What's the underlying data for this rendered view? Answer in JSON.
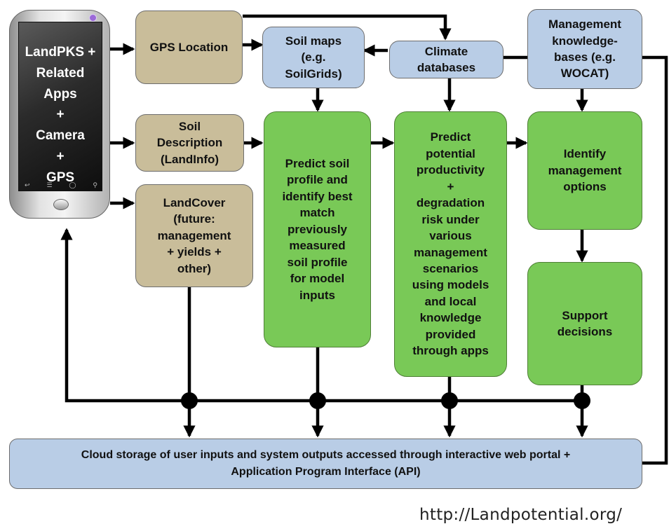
{
  "phone": {
    "screen_text": "LandPKS +\nRelated\nApps\n+\nCamera\n+\nGPS"
  },
  "nodes": {
    "gps_location": "GPS Location",
    "soil_maps": "Soil maps\n(e.g.\nSoilGrids)",
    "climate_databases": "Climate\ndatabases",
    "management_kb": "Management\nknowledge-\nbases (e.g.\nWOCAT)",
    "soil_description": "Soil\nDescription\n(LandInfo)",
    "landcover": "LandCover\n(future:\nmanagement\n+ yields +\nother)",
    "predict_soil_profile": "Predict soil\nprofile and\nidentify best\nmatch\npreviously\nmeasured\nsoil profile\nfor model\ninputs",
    "predict_productivity": "Predict\npotential\nproductivity\n+\ndegradation\nrisk under\nvarious\nmanagement\nscenarios\nusing models\nand local\nknowledge\nprovided\nthrough apps",
    "identify_management": "Identify\nmanagement\noptions",
    "support_decisions": "Support\ndecisions",
    "cloud_storage": "Cloud storage of user inputs and system outputs accessed through interactive web portal +\nApplication Program Interface (API)"
  },
  "source_url": "http://Landpotential.org/",
  "colors": {
    "tan": "#c9bd9a",
    "blue": "#b9cde6",
    "green": "#79c957",
    "connector": "#000000"
  }
}
